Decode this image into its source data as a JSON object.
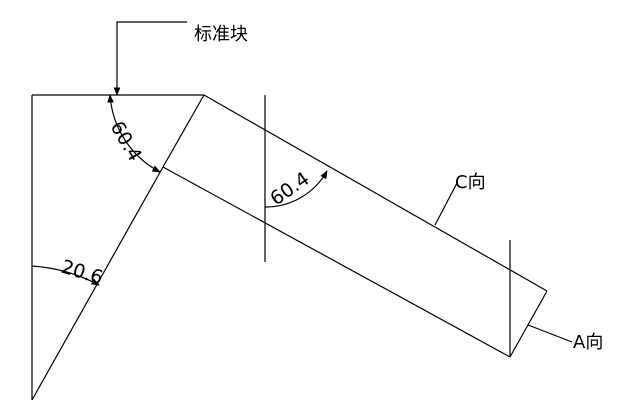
{
  "labels": {
    "standard_block": "标准块",
    "direction_c": "C向",
    "direction_a": "A向"
  },
  "dimensions": {
    "angle_top": "60.4",
    "angle_mid": "60.4",
    "angle_left": "20.6"
  }
}
